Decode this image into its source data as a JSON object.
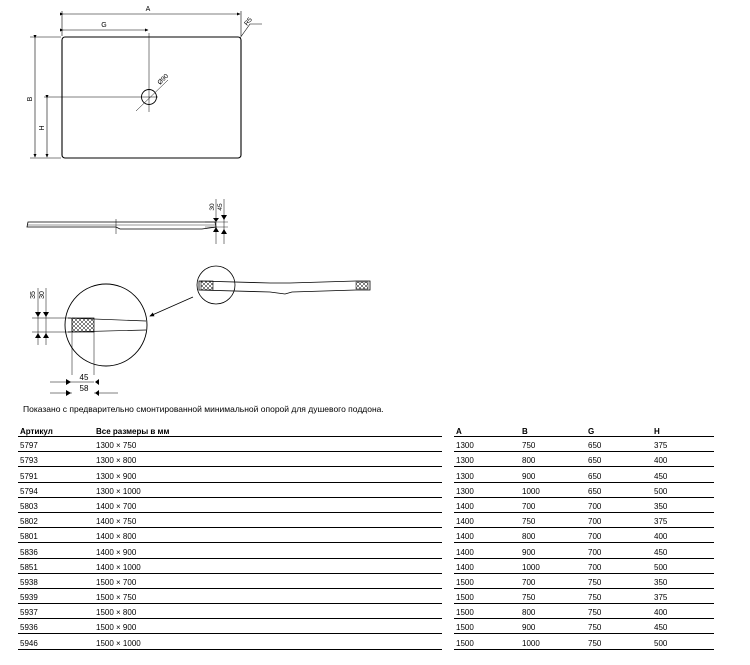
{
  "drawing": {
    "plan": {
      "dim_a": "A",
      "dim_g": "G",
      "dim_b": "B",
      "dim_h": "H",
      "radius": "R5",
      "drain": "Ø90"
    },
    "section": {
      "dim_30": "30",
      "dim_45": "45"
    },
    "detail": {
      "dim_35": "35",
      "dim_30": "30",
      "dim_45": "45",
      "dim_58": "58"
    }
  },
  "caption": "Показано с предварительно смонтированной минимальной опорой для душевого поддона.",
  "table": {
    "headers": {
      "article": "Артикул",
      "sizes": "Все размеры в мм",
      "a": "A",
      "b": "B",
      "g": "G",
      "h": "H"
    },
    "rows": [
      {
        "article": "5797",
        "size": "1300 × 750",
        "a": "1300",
        "b": "750",
        "g": "650",
        "h": "375"
      },
      {
        "article": "5793",
        "size": "1300 × 800",
        "a": "1300",
        "b": "800",
        "g": "650",
        "h": "400"
      },
      {
        "article": "5791",
        "size": "1300 × 900",
        "a": "1300",
        "b": "900",
        "g": "650",
        "h": "450"
      },
      {
        "article": "5794",
        "size": "1300 × 1000",
        "a": "1300",
        "b": "1000",
        "g": "650",
        "h": "500"
      },
      {
        "article": "5803",
        "size": "1400 × 700",
        "a": "1400",
        "b": "700",
        "g": "700",
        "h": "350"
      },
      {
        "article": "5802",
        "size": "1400 × 750",
        "a": "1400",
        "b": "750",
        "g": "700",
        "h": "375"
      },
      {
        "article": "5801",
        "size": "1400 × 800",
        "a": "1400",
        "b": "800",
        "g": "700",
        "h": "400"
      },
      {
        "article": "5836",
        "size": "1400 × 900",
        "a": "1400",
        "b": "900",
        "g": "700",
        "h": "450"
      },
      {
        "article": "5851",
        "size": "1400 × 1000",
        "a": "1400",
        "b": "1000",
        "g": "700",
        "h": "500"
      },
      {
        "article": "5938",
        "size": "1500 × 700",
        "a": "1500",
        "b": "700",
        "g": "750",
        "h": "350"
      },
      {
        "article": "5939",
        "size": "1500 × 750",
        "a": "1500",
        "b": "750",
        "g": "750",
        "h": "375"
      },
      {
        "article": "5937",
        "size": "1500 × 800",
        "a": "1500",
        "b": "800",
        "g": "750",
        "h": "400"
      },
      {
        "article": "5936",
        "size": "1500 × 900",
        "a": "1500",
        "b": "900",
        "g": "750",
        "h": "450"
      },
      {
        "article": "5946",
        "size": "1500 × 1000",
        "a": "1500",
        "b": "1000",
        "g": "750",
        "h": "500"
      }
    ]
  }
}
